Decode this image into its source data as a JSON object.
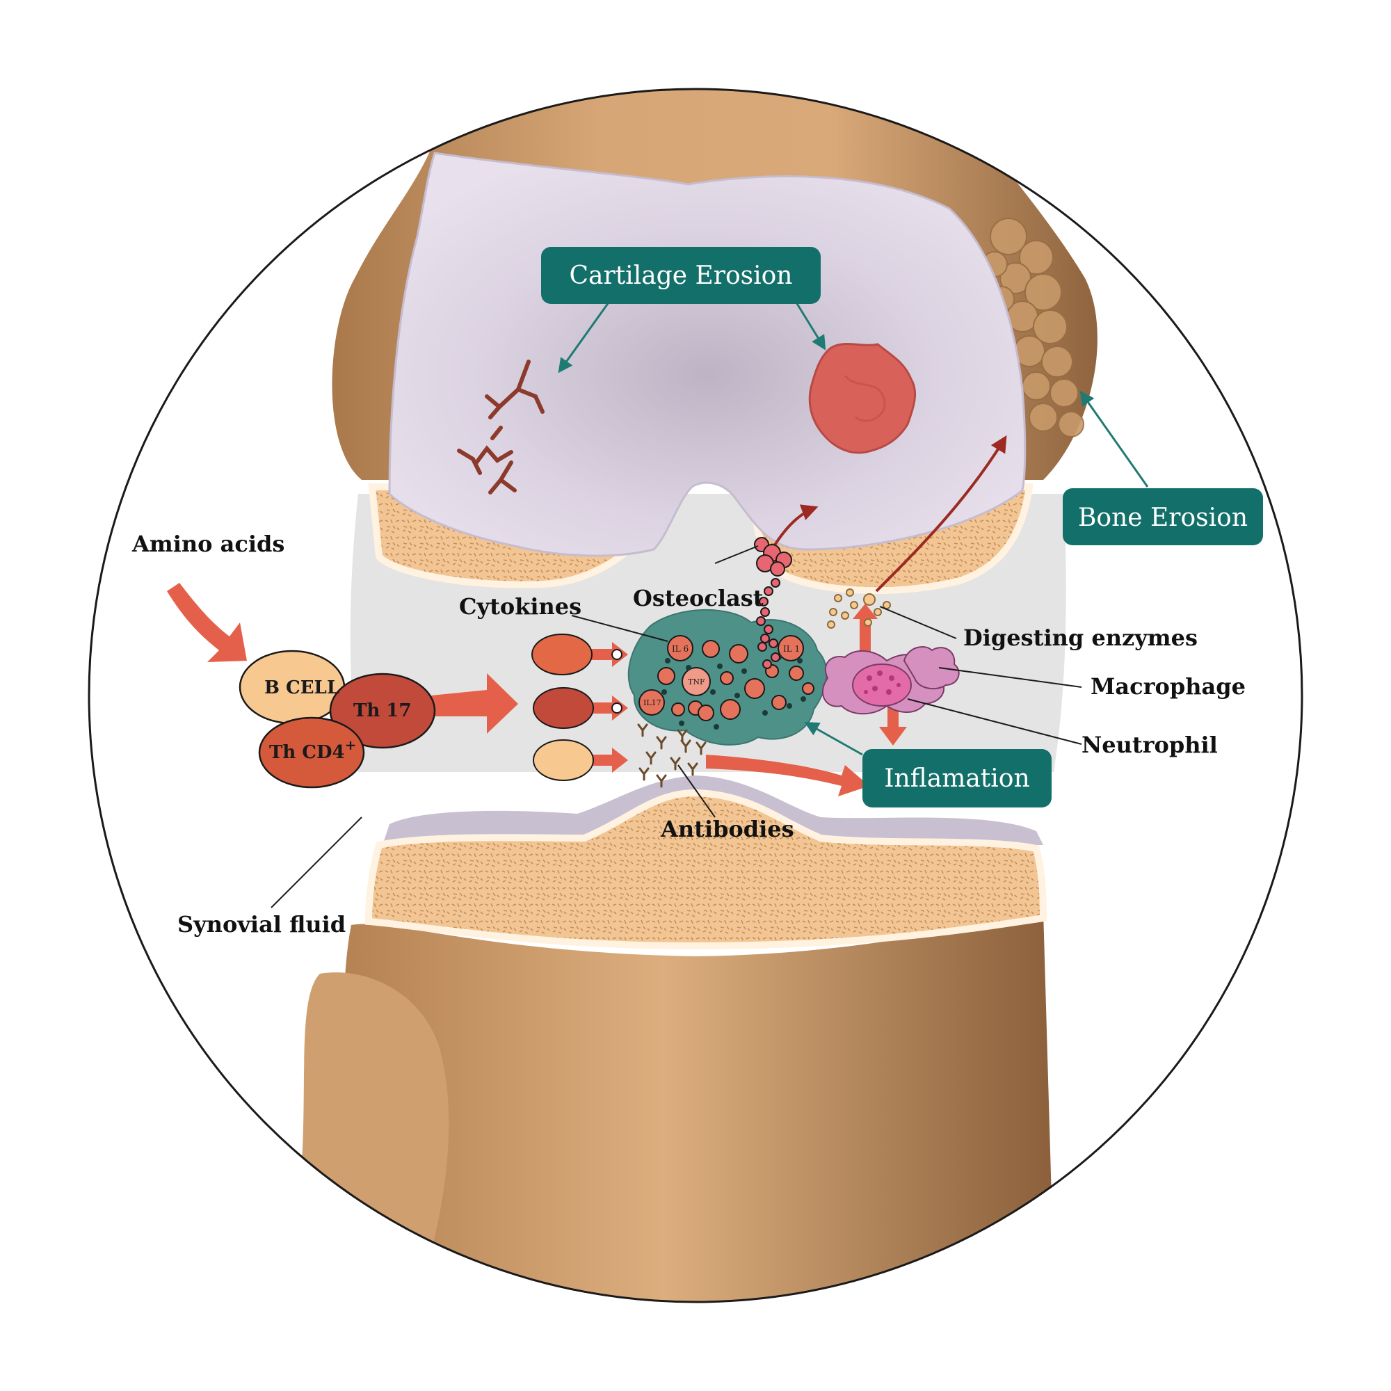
{
  "colors": {
    "teal_box": "#136f6a",
    "teal_arrow": "#1f7a74",
    "inflammation_blob": "#4e9189",
    "bone_skin": "#c99766",
    "cartilage": "#ddd4e2",
    "spongy_bone": "#f2c694",
    "synovial_space": "#e4e4e4",
    "red_arrow": "#e5604a",
    "dark_red_arrow": "#9c2a22",
    "b_cell": "#f8c891",
    "th17": "#c24a3b",
    "thcd4": "#d55a3c",
    "macrophage": "#d690c0",
    "neutrophil": "#e26ba8"
  },
  "labels": {
    "amino_acids": "Amino acids",
    "cytokines": "Cytokines",
    "osteoclast": "Osteoclast",
    "digesting_enzymes": "Digesting enzymes",
    "macrophage": "Macrophage",
    "neutrophil": "Neutrophil",
    "antibodies": "Antibodies",
    "synovial_fluid": "Synovial fluid"
  },
  "boxes": {
    "cartilage_erosion": "Cartilage Erosion",
    "bone_erosion": "Bone Erosion",
    "inflammation": "Inflamation"
  },
  "cells": {
    "b_cell": "B CELL",
    "th17": "Th 17",
    "thcd4": "Th CD4",
    "thcd4_sup": "+"
  },
  "cytokine_labels": {
    "il6": "IL 6",
    "il1": "IL 1",
    "tnf": "TNF",
    "il17": "IL17"
  },
  "icons": [
    "lesion-icon",
    "crack-icon",
    "antibody-icon",
    "osteoclast-icon",
    "enzyme-icon"
  ]
}
